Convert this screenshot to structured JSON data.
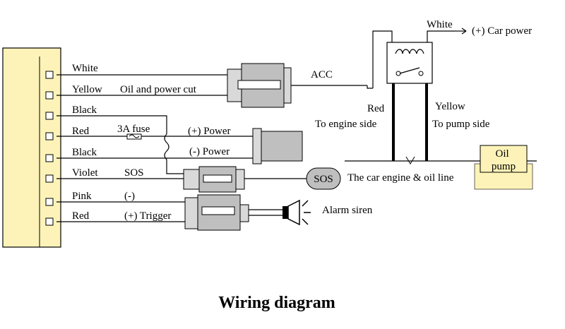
{
  "colors": {
    "terminal_block": "#fdf3b8",
    "oil_pump_fill": "#fdf3b8",
    "connector_fill": "#d9d9d9",
    "line": "#000000"
  },
  "wires": [
    {
      "color": "White",
      "func": ""
    },
    {
      "color": "Yellow",
      "func": "Oil and power cut"
    },
    {
      "color": "Black",
      "func": ""
    },
    {
      "color": "Red",
      "func": "3A fuse"
    },
    {
      "color": "Black",
      "func": ""
    },
    {
      "color": "Violet",
      "func": "SOS"
    },
    {
      "color": "Pink",
      "func": "(-)"
    },
    {
      "color": "Red",
      "func": "(+) Trigger"
    }
  ],
  "labels": {
    "acc": "ACC",
    "power_plus": "(+) Power",
    "power_minus": "(-) Power",
    "sos_button": "SOS",
    "alarm_siren": "Alarm siren",
    "relay_white": "White",
    "car_power": "(+) Car power",
    "relay_red": "Red",
    "to_engine_side": "To engine side",
    "relay_yellow": "Yellow",
    "to_pump_side": "To pump side",
    "engine_oil_line": "The car engine & oil line",
    "oil_pump": "Oil\npump"
  },
  "caption": "Wiring diagram"
}
